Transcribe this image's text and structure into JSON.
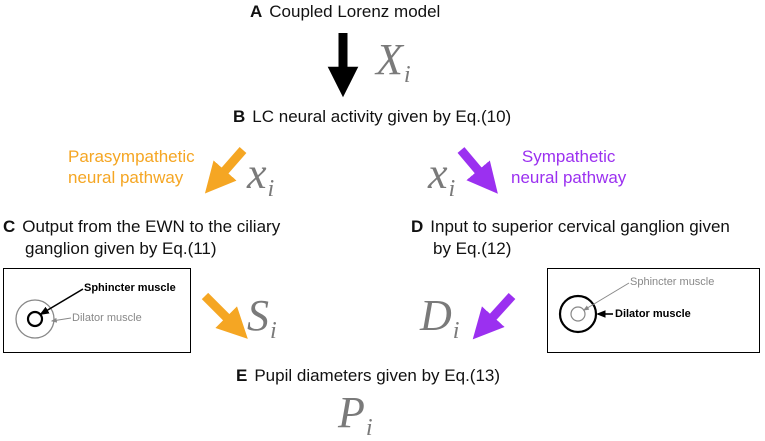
{
  "nodes": {
    "a": {
      "letter": "A",
      "text": "Coupled Lorenz model"
    },
    "b": {
      "letter": "B",
      "text": "LC neural activity given by Eq.(10)"
    },
    "c": {
      "letter": "C",
      "line1": "Output from the EWN to the ciliary",
      "line2": "ganglion given by Eq.(11)"
    },
    "d": {
      "letter": "D",
      "line1": "Input to superior cervical ganglion given",
      "line2": "by Eq.(12)"
    },
    "e": {
      "letter": "E",
      "text": "Pupil diameters given by Eq.(13)"
    }
  },
  "pathways": {
    "parasympathetic": {
      "line1": "Parasympathetic",
      "line2": "neural pathway"
    },
    "sympathetic": {
      "line1": "Sympathetic",
      "line2": "neural pathway"
    }
  },
  "symbols": {
    "X": {
      "base": "X",
      "sub": "i"
    },
    "x_left": {
      "base": "x",
      "sub": "i"
    },
    "x_right": {
      "base": "x",
      "sub": "i"
    },
    "S": {
      "base": "S",
      "sub": "i"
    },
    "D": {
      "base": "D",
      "sub": "i"
    },
    "P": {
      "base": "P",
      "sub": "i"
    }
  },
  "eye_left": {
    "sphincter": "Sphincter muscle",
    "dilator": "Dilator muscle"
  },
  "eye_right": {
    "sphincter": "Sphincter muscle",
    "dilator": "Dilator muscle"
  },
  "colors": {
    "parasympathetic": "#f5a623",
    "sympathetic": "#9b30f0",
    "main": "#000000",
    "symbol": "#7a7a7a",
    "faint": "#888888"
  }
}
